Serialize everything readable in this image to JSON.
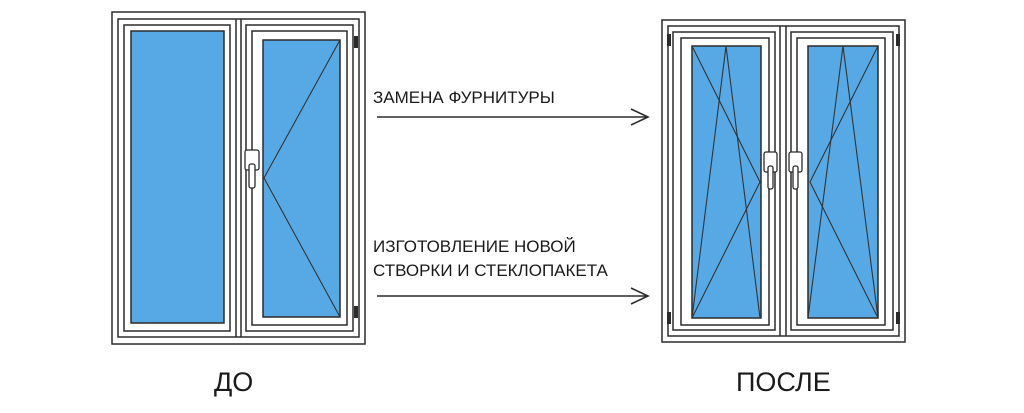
{
  "labels": {
    "before": "ДО",
    "after": "ПОСЛЕ"
  },
  "arrows": [
    {
      "lines": [
        "ЗАМЕНА ФУРНИТУРЫ"
      ]
    },
    {
      "lines": [
        "ИЗГОТОВЛЕНИЕ НОВОЙ",
        "СТВОРКИ И СТЕКЛОПАКЕТА"
      ]
    }
  ],
  "colors": {
    "glass": "#57a9e5",
    "frame": "#ffffff",
    "outline": "#2b2b2b"
  }
}
